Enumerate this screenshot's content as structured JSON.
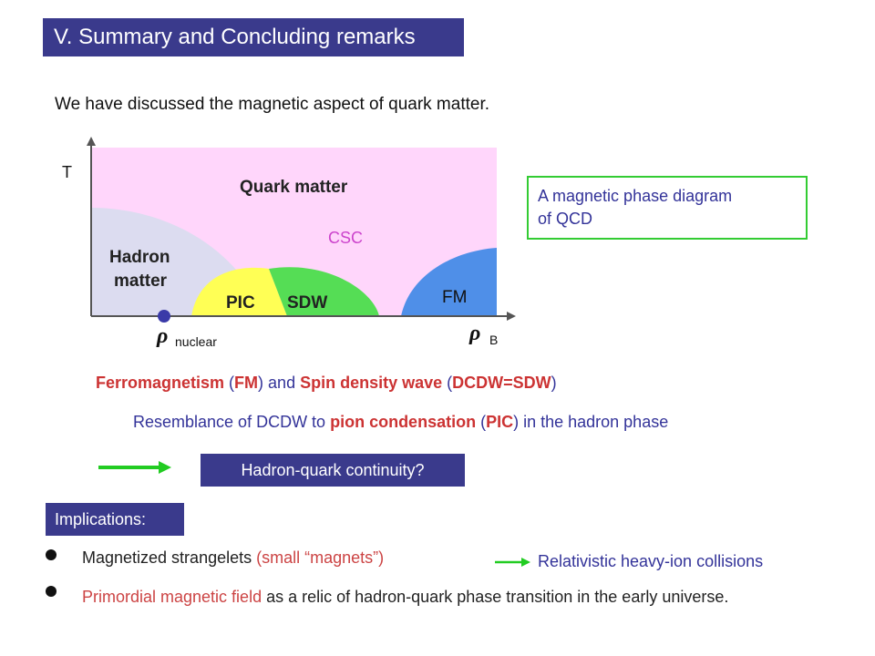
{
  "title": "V. Summary and Concluding remarks",
  "intro": "We have discussed the magnetic aspect of quark matter.",
  "diagram": {
    "t_axis": "T",
    "rho_symbol": "ρ",
    "rho_nuclear_sub": "nuclear",
    "rho_b_sub": "B",
    "quark_matter": "Quark matter",
    "csc": "CSC",
    "hadron_line1": "Hadron",
    "hadron_line2": "matter",
    "pic": "PIC",
    "sdw": "SDW",
    "fm": "FM",
    "colors": {
      "quark_bg": "#ffd6fb",
      "hadron": "#dcdcf0",
      "pic": "#ffff55",
      "sdw": "#55dd55",
      "fm": "#4f8fe8",
      "csc_text": "#cc44cc"
    }
  },
  "diagram_caption_line1": "A magnetic phase diagram",
  "diagram_caption_line2": "of QCD",
  "line1": {
    "p1": "Ferromagnetism",
    "p2": " (",
    "p3": "FM",
    "p4": ") and ",
    "p5": "Spin density wave",
    "p6": " (",
    "p7": "DCDW=SDW",
    "p8": ")"
  },
  "line2": {
    "p1": "Resemblance of DCDW to ",
    "p2": "pion condensation",
    "p3": " (",
    "p4": "PIC",
    "p5": ") in the hadron phase"
  },
  "continuity": "Hadron-quark continuity?",
  "implications": "Implications:",
  "bullet1": {
    "main": "Magnetized strangelets ",
    "aside": "(small “magnets”)"
  },
  "bullet1_target": "Relativistic heavy-ion collisions",
  "bullet2": {
    "p1": "Primordial magnetic field",
    "p2": " as a relic of hadron-quark phase transition in the early universe."
  }
}
